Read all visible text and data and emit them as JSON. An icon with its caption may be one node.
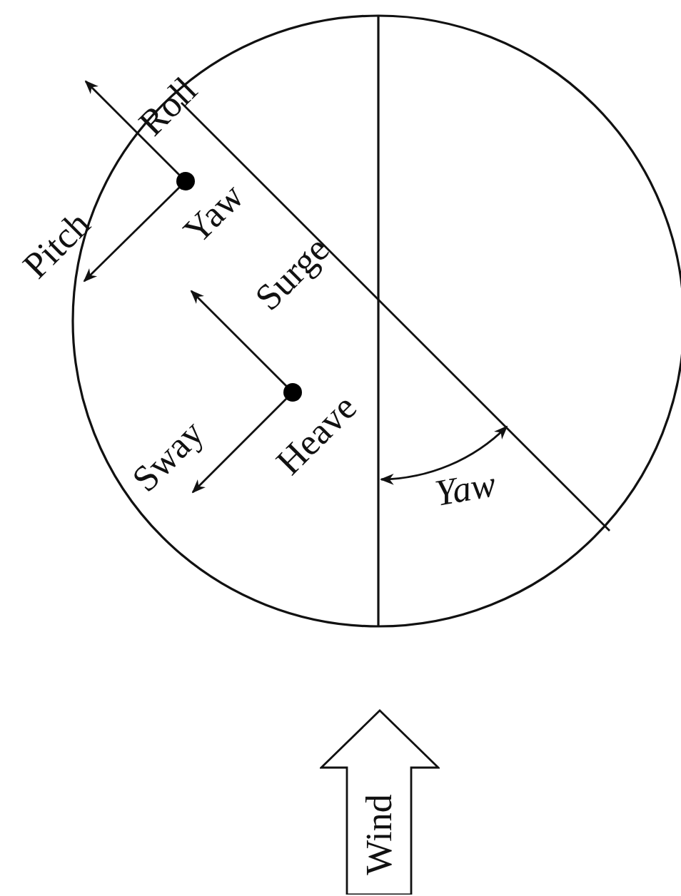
{
  "diagram": {
    "nodes": [
      {
        "text": [
          "Wind"
        ]
      }
    ],
    "labels": [
      "Roll",
      "Pitch",
      "Yaw",
      "Surge",
      "Heave",
      "Sway",
      "Yaw"
    ]
  }
}
